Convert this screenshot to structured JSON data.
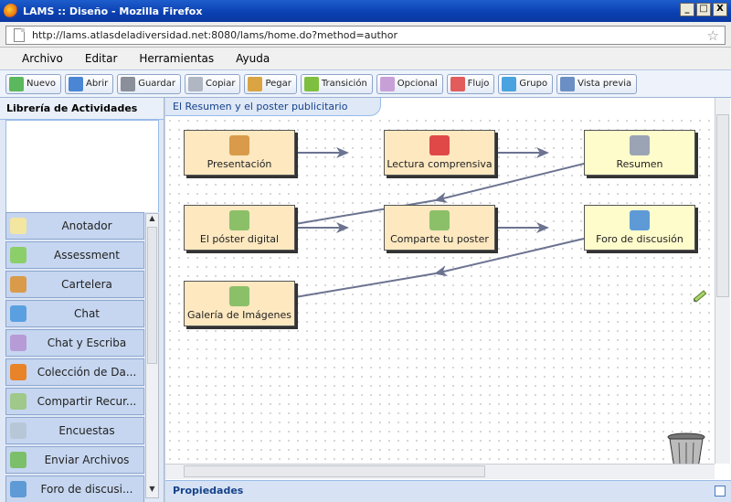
{
  "window": {
    "title": "LAMS :: Diseño - Mozilla Firefox",
    "url": "http://lams.atlasdeladiversidad.net:8080/lams/home.do?method=author",
    "controls": [
      "_",
      "□",
      "X"
    ]
  },
  "menu": [
    "Archivo",
    "Editar",
    "Herramientas",
    "Ayuda"
  ],
  "toolbar": [
    {
      "label": "Nuevo",
      "icon": "new-icon",
      "color": "#5cb85c"
    },
    {
      "label": "Abrir",
      "icon": "folder-icon",
      "color": "#4a86d4"
    },
    {
      "label": "Guardar",
      "icon": "save-icon",
      "color": "#8a8f99"
    },
    {
      "label": "Copiar",
      "icon": "copy-icon",
      "color": "#b0b7c3"
    },
    {
      "label": "Pegar",
      "icon": "paste-icon",
      "color": "#d9a441"
    },
    {
      "label": "Transición",
      "icon": "pencil-icon",
      "color": "#7fbf3f"
    },
    {
      "label": "Opcional",
      "icon": "eraser-icon",
      "color": "#c8a0d8"
    },
    {
      "label": "Flujo",
      "icon": "flow-icon",
      "color": "#e25c5c"
    },
    {
      "label": "Grupo",
      "icon": "group-icon",
      "color": "#4aa3df"
    },
    {
      "label": "Vista previa",
      "icon": "magnifier-icon",
      "color": "#6b8fc4"
    }
  ],
  "library": {
    "title": "Librería de Actividades",
    "tools": [
      {
        "label": "Anotador",
        "icon": "notepad-icon",
        "color": "#f2e6a0"
      },
      {
        "label": "Assessment",
        "icon": "assessment-icon",
        "color": "#8ccf6a"
      },
      {
        "label": "Cartelera",
        "icon": "noticeboard-icon",
        "color": "#d99b4a"
      },
      {
        "label": "Chat",
        "icon": "chat-icon",
        "color": "#5aa0e0"
      },
      {
        "label": "Chat y Escriba",
        "icon": "chat-scribe-icon",
        "color": "#b79bd6"
      },
      {
        "label": "Colección de Da...",
        "icon": "database-icon",
        "color": "#e8832a"
      },
      {
        "label": "Compartir Recur...",
        "icon": "share-resources-icon",
        "color": "#9fc88a"
      },
      {
        "label": "Encuestas",
        "icon": "survey-icon",
        "color": "#b8c7d8"
      },
      {
        "label": "Enviar Archivos",
        "icon": "submit-files-icon",
        "color": "#7bbf6a"
      },
      {
        "label": "Foro de discusi...",
        "icon": "forum-icon",
        "color": "#5e9ad6"
      }
    ]
  },
  "canvas": {
    "tab_title": "El Resumen y el poster publicitario",
    "activities": [
      {
        "label": "Presentación",
        "icon": "noticeboard-icon",
        "color": "#d99b4a",
        "grouped": false
      },
      {
        "label": "Lectura comprensiva",
        "icon": "quiz-icon",
        "color": "#e04848",
        "grouped": false
      },
      {
        "label": "Resumen",
        "icon": "document-pencil-icon",
        "color": "#9aa4b4",
        "grouped": true
      },
      {
        "label": "El póster digital",
        "icon": "image-icon",
        "color": "#8cc068",
        "grouped": false
      },
      {
        "label": "Comparte tu poster",
        "icon": "image-icon",
        "color": "#8cc068",
        "grouped": false
      },
      {
        "label": "Foro de discusión",
        "icon": "forum-icon",
        "color": "#5e9ad6",
        "grouped": true
      },
      {
        "label": "Galería de Imágenes",
        "icon": "image-icon",
        "color": "#8cc068",
        "grouped": false
      }
    ]
  },
  "properties": {
    "title": "Propiedades"
  }
}
